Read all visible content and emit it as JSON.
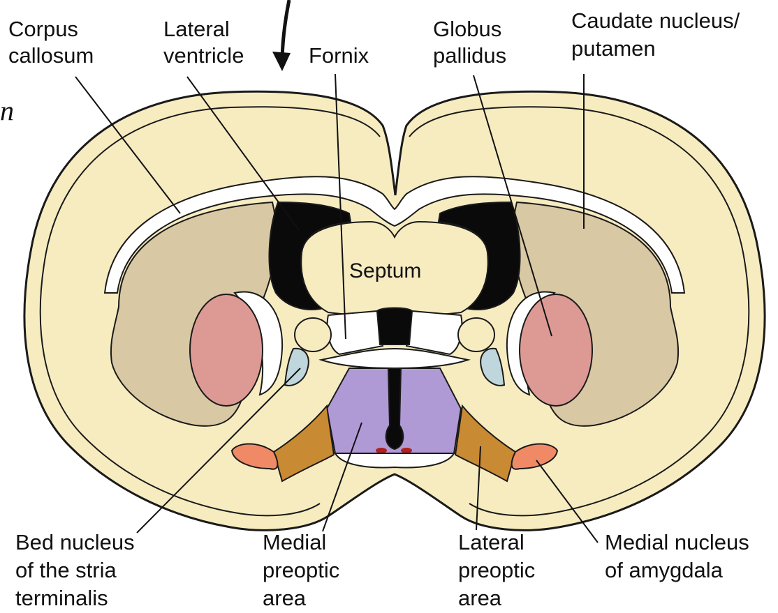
{
  "colors": {
    "brain": "#f7ecc0",
    "caudate_putamen": "#d8c8a4",
    "globus_pallidus": "#dd9a94",
    "ventricle": "#0a0a0a",
    "bed_nucleus": "#bfd6dc",
    "medial_preoptic": "#b09ad6",
    "lateral_preoptic": "#c98a34",
    "medial_amygdala": "#f08a66",
    "white_matter": "#ffffff"
  },
  "labels": {
    "corpus_callosum": [
      "Corpus",
      "callosum"
    ],
    "lateral_ventricle": [
      "Lateral",
      "ventricle"
    ],
    "fornix": [
      "Fornix"
    ],
    "globus_pallidus": [
      "Globus",
      "pallidus"
    ],
    "caudate_putamen": [
      "Caudate nucleus/",
      "putamen"
    ],
    "septum": "Septum",
    "bed_nucleus": [
      "Bed nucleus",
      "of the stria",
      "terminalis"
    ],
    "medial_preoptic": [
      "Medial",
      "preoptic",
      "area"
    ],
    "lateral_preoptic": [
      "Lateral",
      "preoptic",
      "area"
    ],
    "medial_amygdala": [
      "Medial nucleus",
      "of amygdala"
    ]
  },
  "edge_fragment": "n",
  "arrow_icon": "down-arrow-icon"
}
